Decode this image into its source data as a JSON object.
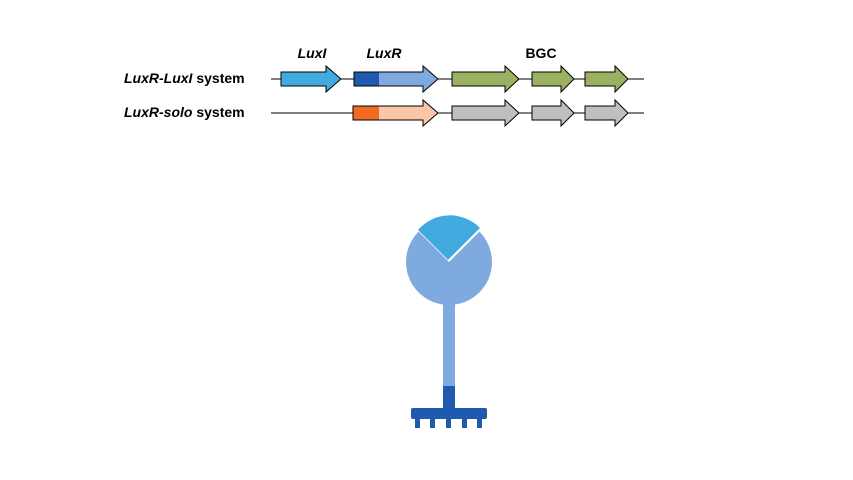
{
  "rows": [
    {
      "label_italic": "LuxR-LuxI",
      "label_plain": " system"
    },
    {
      "label_italic": "LuxR-solo",
      "label_plain": " system"
    }
  ],
  "gene_labels": {
    "luxI": "LuxI",
    "luxR": "LuxR",
    "bgc": "BGC"
  },
  "colors": {
    "luxI": "#41ABE0",
    "luxR_domain": "#1F5AAE",
    "luxR_body": "#7FAADF",
    "solo_domain": "#F26B21",
    "solo_body": "#F9C6A7",
    "bgc_row1": "#9BB060",
    "bgc_row2": "#BFBFBF",
    "receptor_head": "#7FAADF",
    "receptor_wedge": "#41ABE0",
    "membrane": "#1F5AAE"
  }
}
